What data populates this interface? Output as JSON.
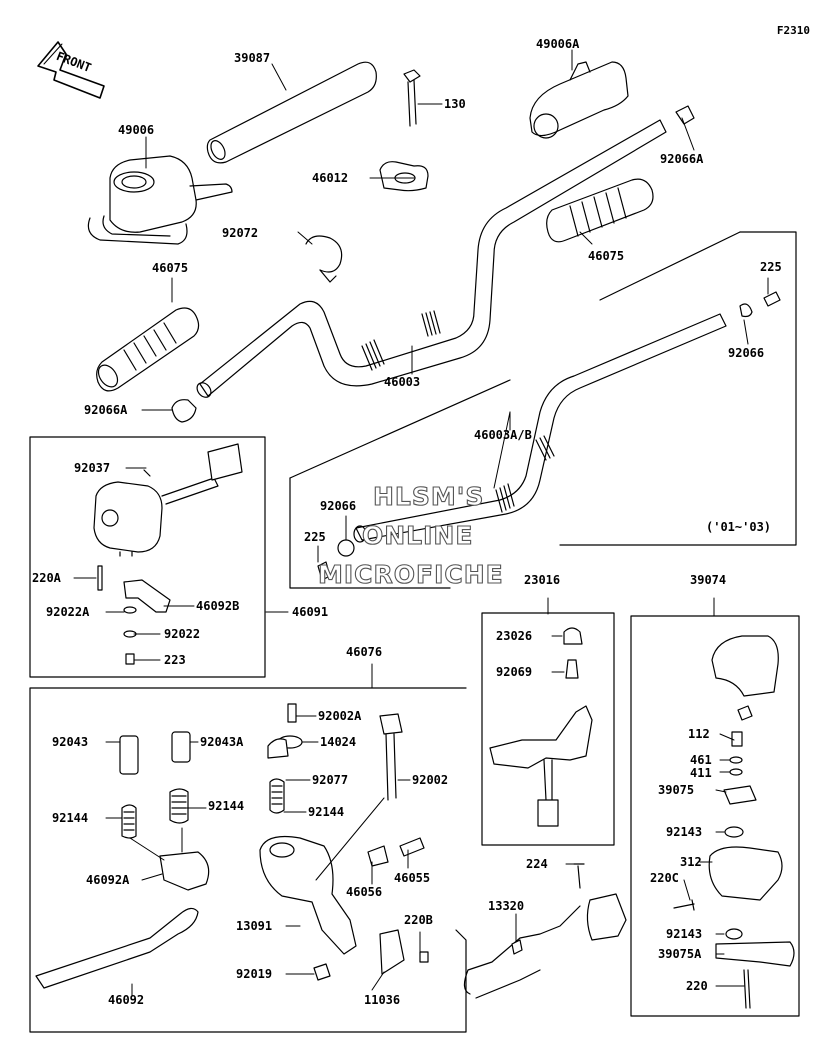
{
  "figure_code": "F2310",
  "front_label": "FRONT",
  "year_note": "('01~'03)",
  "watermark": [
    "HLSM'S",
    "ONLINE",
    "MICROFICHE"
  ],
  "parts": {
    "p39087": "39087",
    "p49006": "49006",
    "p49006A": "49006A",
    "p130": "130",
    "p46012": "46012",
    "p92066A_top": "92066A",
    "p46075_left": "46075",
    "p92072": "92072",
    "p46075_right": "46075",
    "p225_top": "225",
    "p92066_right": "92066",
    "p46003": "46003",
    "p92066A_left": "92066A",
    "p46003AB": "46003A/B",
    "p92037": "92037",
    "p92066_mid": "92066",
    "p225_mid": "225",
    "p220A": "220A",
    "p92022A": "92022A",
    "p46092B": "46092B",
    "p46091": "46091",
    "p92022": "92022",
    "p223": "223",
    "p23016": "23016",
    "p39074": "39074",
    "p23026": "23026",
    "p92069": "92069",
    "p46076": "46076",
    "p92002A": "92002A",
    "p92043": "92043",
    "p92043A": "92043A",
    "p14024": "14024",
    "p92077": "92077",
    "p92002": "92002",
    "p92144_a": "92144",
    "p92144_b": "92144",
    "p92144_c": "92144",
    "p46092A": "46092A",
    "p46056": "46056",
    "p46055": "46055",
    "p13091": "13091",
    "p220B": "220B",
    "p92019": "92019",
    "p11036": "11036",
    "p46092": "46092",
    "p224": "224",
    "p13320": "13320",
    "p112": "112",
    "p461": "461",
    "p411": "411",
    "p39075": "39075",
    "p92143_a": "92143",
    "p312": "312",
    "p220C": "220C",
    "p92143_b": "92143",
    "p39075A": "39075A",
    "p220": "220"
  }
}
